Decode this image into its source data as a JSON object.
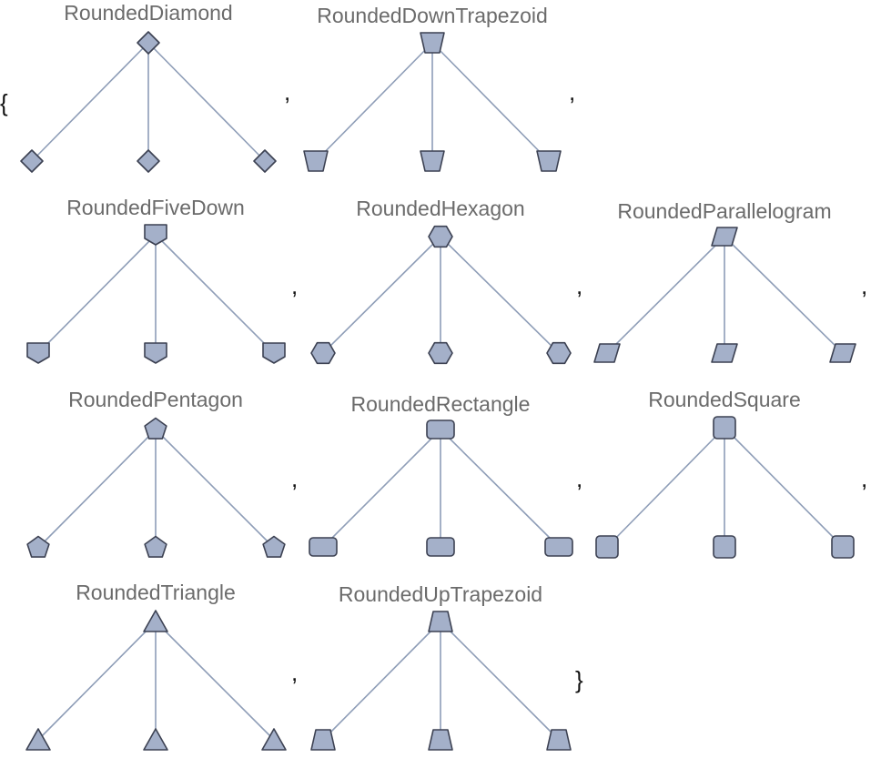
{
  "colors": {
    "vertex_fill": "#a4b0c9",
    "vertex_stroke": "#3c4152",
    "edge": "#8e9db7",
    "title": "#6b6b6b"
  },
  "punctuation": {
    "open_brace": "{",
    "close_brace": "}",
    "separator": ","
  },
  "graphs": [
    {
      "title": "RoundedDiamond",
      "shape": "diamond",
      "vertices": 4,
      "edges": 3
    },
    {
      "title": "RoundedDownTrapezoid",
      "shape": "down-trapezoid",
      "vertices": 4,
      "edges": 3
    },
    {
      "title": "RoundedFiveDown",
      "shape": "five-down",
      "vertices": 4,
      "edges": 3
    },
    {
      "title": "RoundedHexagon",
      "shape": "hexagon",
      "vertices": 4,
      "edges": 3
    },
    {
      "title": "RoundedParallelogram",
      "shape": "parallelogram",
      "vertices": 4,
      "edges": 3
    },
    {
      "title": "RoundedPentagon",
      "shape": "pentagon",
      "vertices": 4,
      "edges": 3
    },
    {
      "title": "RoundedRectangle",
      "shape": "rectangle",
      "vertices": 4,
      "edges": 3
    },
    {
      "title": "RoundedSquare",
      "shape": "square",
      "vertices": 4,
      "edges": 3
    },
    {
      "title": "RoundedTriangle",
      "shape": "triangle",
      "vertices": 4,
      "edges": 3
    },
    {
      "title": "RoundedUpTrapezoid",
      "shape": "up-trapezoid",
      "vertices": 4,
      "edges": 3
    }
  ]
}
